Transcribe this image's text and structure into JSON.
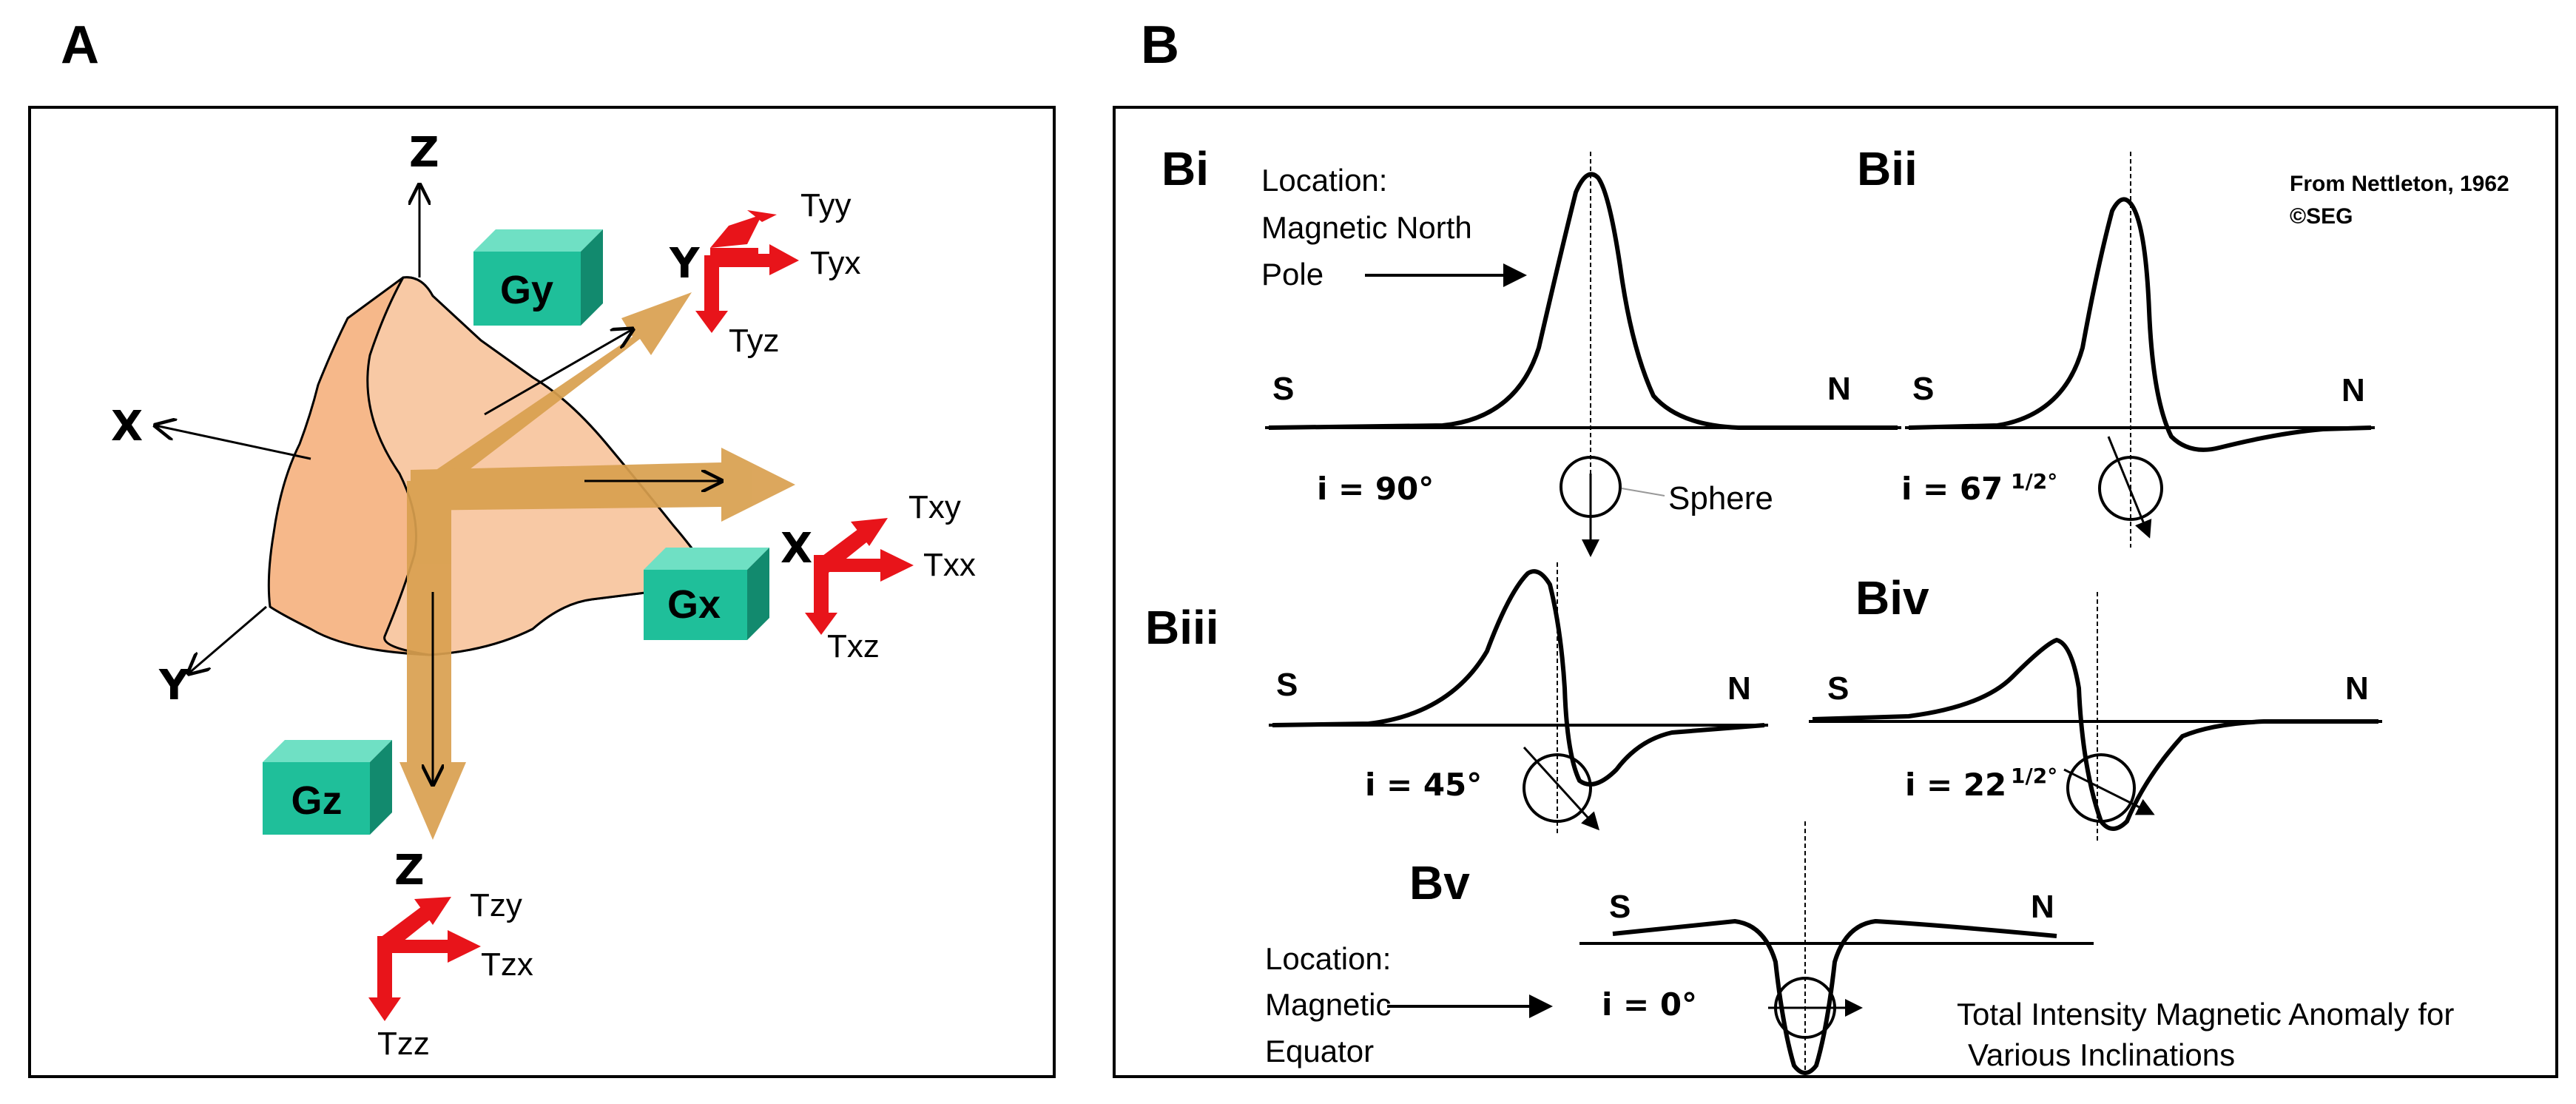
{
  "panel_a": {
    "letter": "A",
    "axes": {
      "z_top": "Z",
      "x_left": "X",
      "y_bottom": "Y",
      "z_bottom": "Z",
      "y_arrow": "Y",
      "x_arrow": "X"
    },
    "boxes": {
      "gy": "Gy",
      "gx": "Gx",
      "gz": "Gz"
    },
    "tensor_y": [
      "Tyy",
      "Tyx",
      "Tyz"
    ],
    "tensor_x": [
      "Txy",
      "Txx",
      "Txz"
    ],
    "tensor_z": [
      "Tzy",
      "Tzx",
      "Tzz"
    ],
    "colors": {
      "body": "#f6b88a",
      "body_front": "#f7a877",
      "arrow": "#d9a04f",
      "box": "#1fbf9a",
      "tensor": "#e8141a"
    }
  },
  "panel_b": {
    "letter": "B",
    "credit_line1": "From Nettleton, 1962",
    "credit_line2": "©SEG",
    "location_pole": [
      "Location:",
      "Magnetic North",
      "Pole"
    ],
    "location_equator": [
      "Location:",
      "Magnetic",
      "Equator"
    ],
    "sphere_label": "Sphere",
    "caption_line1": "Total Intensity Magnetic Anomaly for",
    "caption_line2": "Various Inclinations",
    "south": "S",
    "north": "N",
    "subpanels": [
      {
        "id": "Bi",
        "inclination": "i = 90°"
      },
      {
        "id": "Bii",
        "inclination_main": "i = 67",
        "inclination_frac": "1/2°"
      },
      {
        "id": "Biii",
        "inclination": "i = 45°"
      },
      {
        "id": "Biv",
        "inclination_main": "i = 22",
        "inclination_frac": "1/2°"
      },
      {
        "id": "Bv",
        "inclination": "i = 0°"
      }
    ]
  }
}
